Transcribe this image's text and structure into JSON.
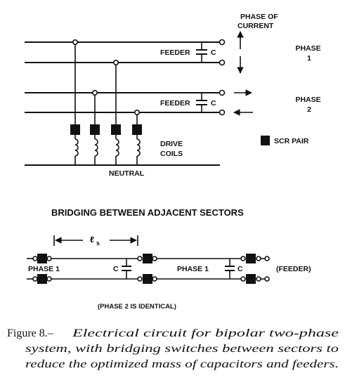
{
  "diagram": {
    "top": {
      "phase_of_current": [
        "PHASE OF",
        "CURRENT"
      ],
      "phase1": [
        "PHASE",
        "1"
      ],
      "phase2": [
        "PHASE",
        "2"
      ],
      "feeder1": "FEEDER",
      "feeder2": "FEEDER",
      "cap1": "C",
      "cap2": "C",
      "drive_coils": [
        "DRIVE",
        "COILS"
      ],
      "neutral": "NEUTRAL",
      "legend": "SCR PAIR"
    },
    "section_title": "BRIDGING BETWEEN ADJACENT SECTORS",
    "bottom": {
      "length_label": "ℓ",
      "length_sub": "s",
      "phase_left": "PHASE 1",
      "phase_right": "PHASE 1",
      "cap_left": "C",
      "cap_right": "C",
      "feeder": "(FEEDER)",
      "note": "(PHASE 2 IS IDENTICAL)"
    }
  },
  "caption": {
    "label": "Figure 8.–",
    "lines": [
      "Electrical circuit for bipolar two-phase",
      "system, with bridging switches between sectors to",
      "reduce the optimized mass of capacitors and feeders."
    ]
  }
}
